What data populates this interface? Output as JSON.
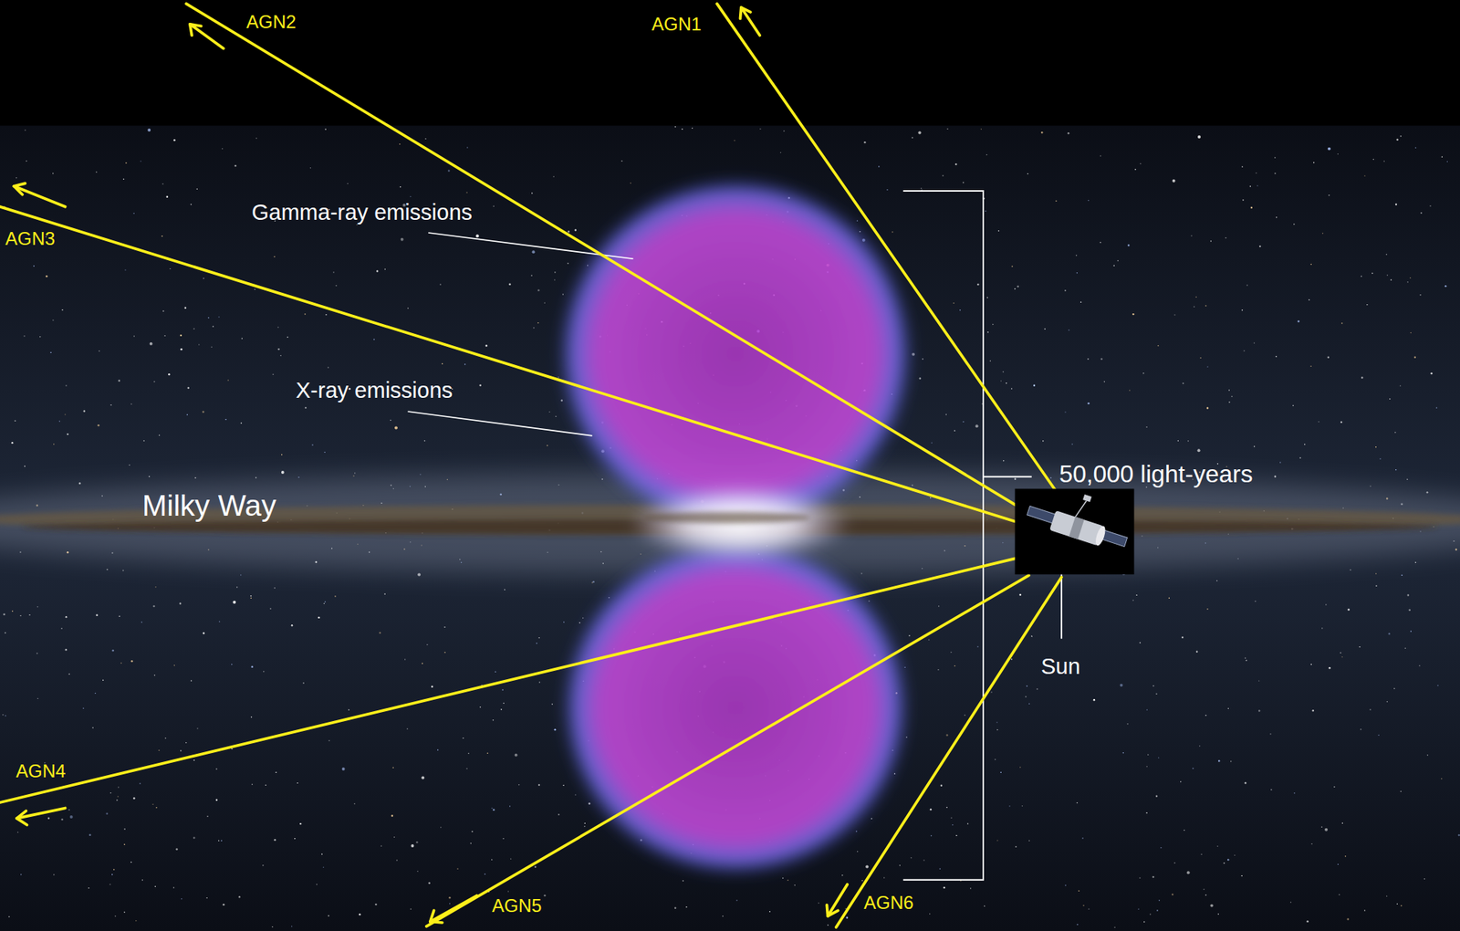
{
  "diagram": {
    "labels": [
      "AGN2",
      "AGN1",
      "Gamma-ray emissions",
      "AGN3",
      "X-ray emissions",
      "50,000 light-years",
      "Milky Way",
      "Sun",
      "AGN4",
      "AGN5",
      "AGN6"
    ]
  }
}
